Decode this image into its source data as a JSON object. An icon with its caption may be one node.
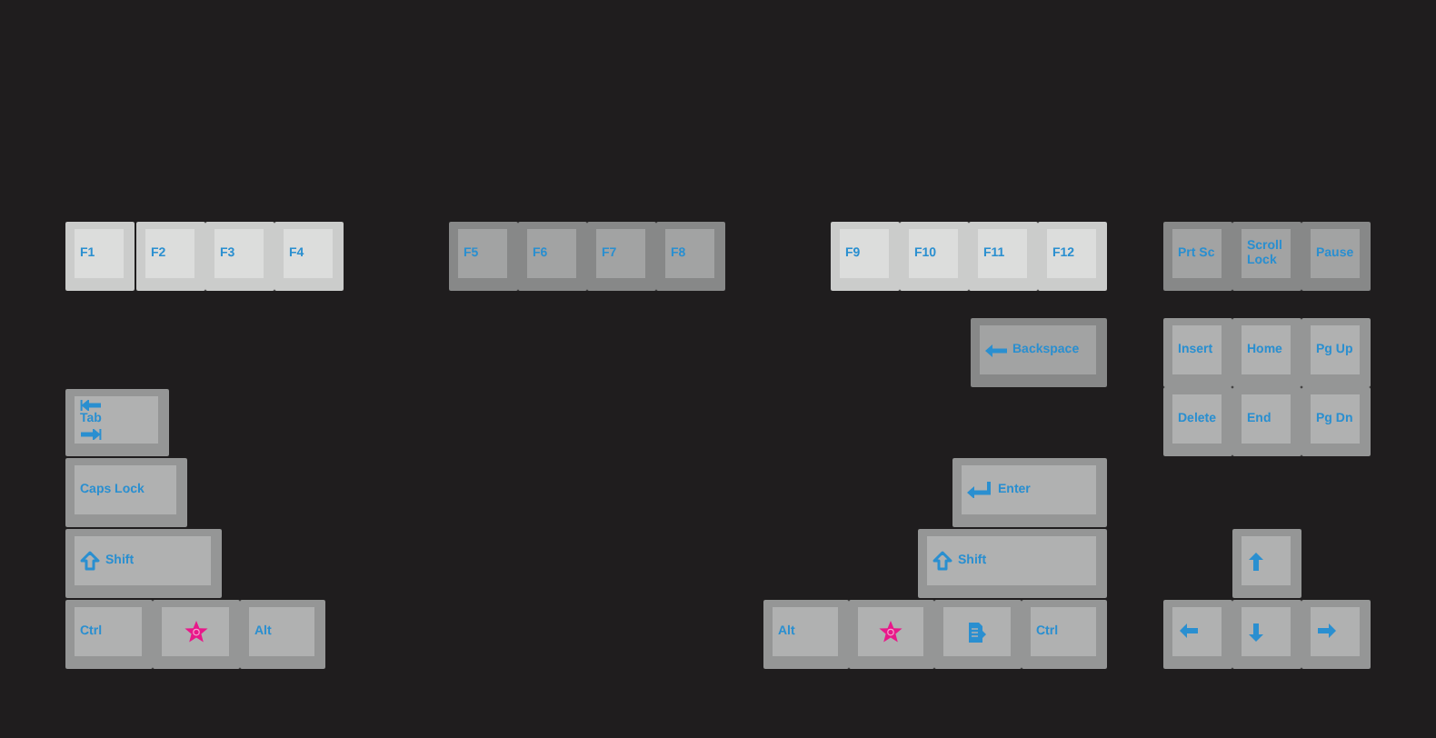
{
  "diagram": {
    "nodes": [
      {
        "text": [
          "F1"
        ]
      },
      {
        "text": [
          "F2"
        ]
      },
      {
        "text": [
          "F3"
        ]
      },
      {
        "text": [
          "F4"
        ]
      },
      {
        "text": [
          "F5"
        ]
      },
      {
        "text": [
          "F6"
        ]
      },
      {
        "text": [
          "F7"
        ]
      },
      {
        "text": [
          "F8"
        ]
      },
      {
        "text": [
          "F9"
        ]
      },
      {
        "text": [
          "F10"
        ]
      },
      {
        "text": [
          "F11"
        ]
      },
      {
        "text": [
          "F12"
        ]
      },
      {
        "text": [
          "Prt Sc"
        ]
      },
      {
        "text": [
          "Scroll Lock"
        ]
      },
      {
        "text": [
          "Pause"
        ]
      },
      {
        "text": [
          "Backspace"
        ]
      },
      {
        "text": [
          "Insert"
        ]
      },
      {
        "text": [
          "Home"
        ]
      },
      {
        "text": [
          "Pg Up"
        ]
      },
      {
        "text": [
          "Tab"
        ]
      },
      {
        "text": [
          "Delete"
        ]
      },
      {
        "text": [
          "End"
        ]
      },
      {
        "text": [
          "Pg Dn"
        ]
      },
      {
        "text": [
          "Caps Lock"
        ]
      },
      {
        "text": [
          "Enter"
        ]
      },
      {
        "text": [
          "Shift"
        ]
      },
      {
        "text": [
          "Shift"
        ]
      },
      {
        "text": [],
        "shape": "box"
      },
      {
        "text": [
          "Ctrl"
        ]
      },
      {
        "text": [],
        "shape": "box"
      },
      {
        "text": [
          "Alt"
        ]
      },
      {
        "text": [
          "Alt"
        ]
      },
      {
        "text": [],
        "shape": "box"
      },
      {
        "text": [],
        "shape": "box"
      },
      {
        "text": [
          "Ctrl"
        ]
      },
      {
        "text": [],
        "shape": "box"
      },
      {
        "text": [],
        "shape": "box"
      },
      {
        "text": [],
        "shape": "box"
      }
    ]
  }
}
